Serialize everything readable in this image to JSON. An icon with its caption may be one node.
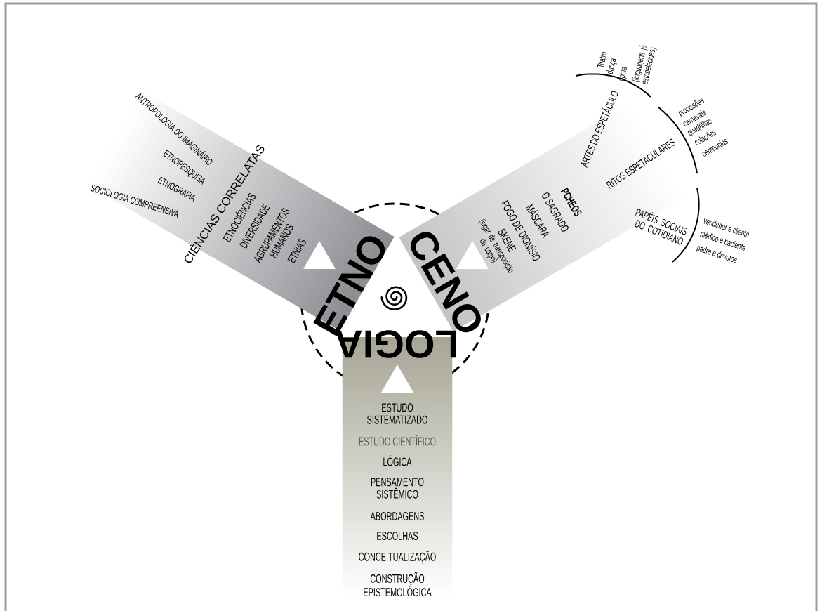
{
  "diagram": {
    "nodes": [
      {
        "text": [
          "ETNO",
          "CIÊNCIAS CORRELATAS",
          "ETNOCIÊNCIAS",
          "DIVERSIDADE",
          "AGRUPAMENTOS HUMANOS",
          "ETNIAS"
        ]
      },
      {
        "text": [
          "CENO",
          "PCHEOS",
          "O SAGRADO",
          "MÁSCARA",
          "FOGO DE DIONÍSIO",
          "SKENE",
          "(lugar de transposição do corpo)"
        ]
      },
      {
        "text": [
          "LOGIA",
          "ESTUDO SISTEMATIZADO",
          "ESTUDO CIENTÍFICO",
          "LÓGICA",
          "PENSAMENTO SISTÊMICO",
          "ABORDAGENS",
          "ESCOLHAS",
          "CONCEITUALIZAÇÃO",
          "CONSTRUÇÃO EPISTEMOLÓGICA"
        ]
      }
    ],
    "labels": [
      "ANTROPOLOGIA DO IMAGINÁRIO",
      "ETNOPESQUISA",
      "ETNOGRAFIA",
      "SOCIOLOGIA COMPREENSIVA",
      "Teatro",
      "dança",
      "ópera",
      "(linguagens já estabelecidas)",
      "ARTES DO ESPETÁCULO",
      "procissões",
      "carnavais",
      "quadrilhas",
      "colações",
      "cerimonias",
      "RITOS ESPETACULARES",
      "PAPÉIS SOCIAIS DO COTIDIANO",
      "vendedor e cliente",
      "médico e paciente",
      "padre e devotos"
    ]
  }
}
